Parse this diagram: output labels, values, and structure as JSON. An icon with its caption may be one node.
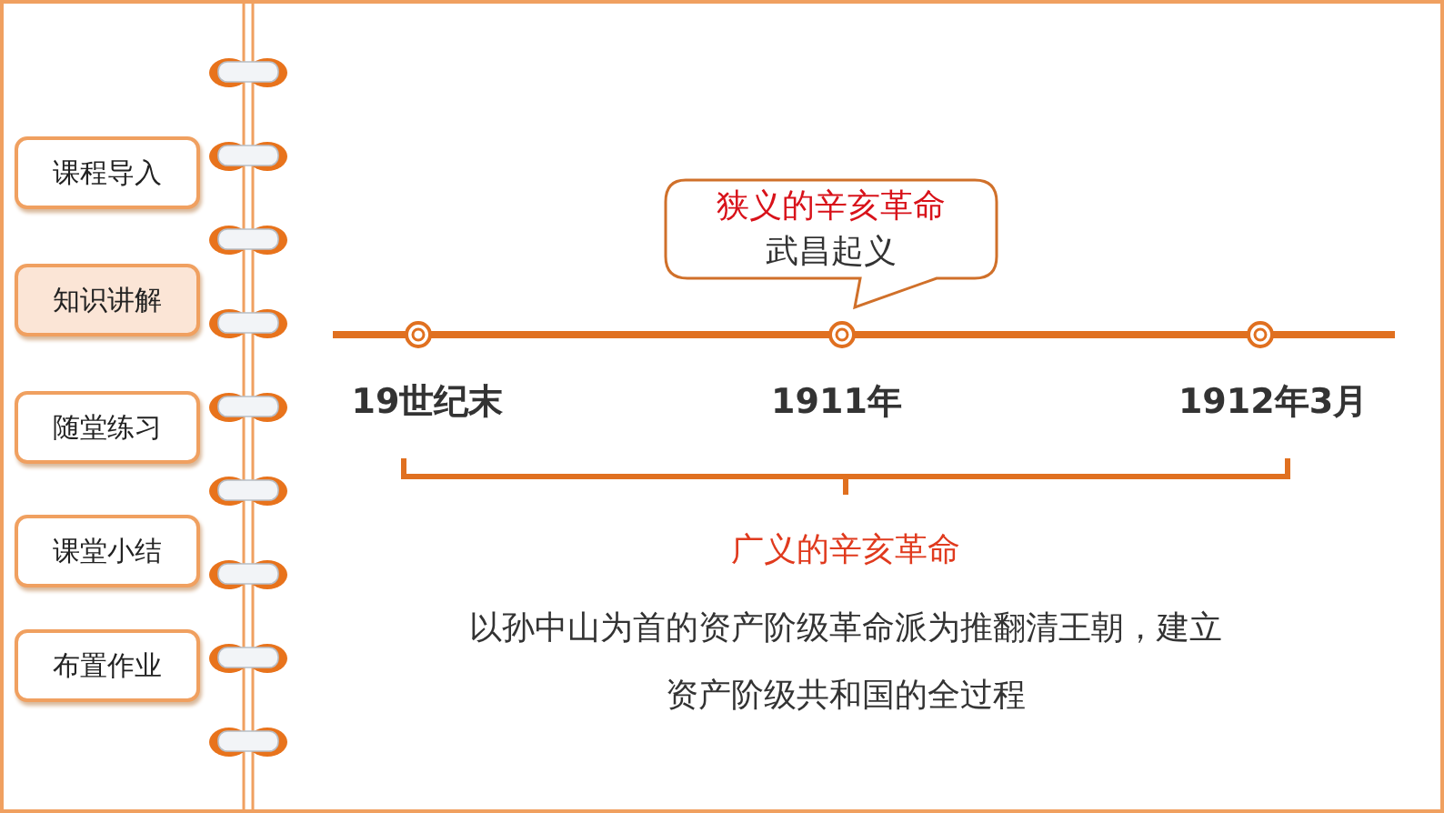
{
  "diagram": {
    "nodes": [
      {
        "text": [
          "课程导入"
        ]
      },
      {
        "text": [
          "知识讲解"
        ]
      },
      {
        "text": [
          "随堂练习"
        ]
      },
      {
        "text": [
          "课堂小结"
        ]
      },
      {
        "text": [
          "布置作业"
        ]
      },
      {
        "text": [
          "狭义的辛亥革命",
          "武昌起义"
        ]
      },
      {
        "text": [],
        "shape": "circle",
        "beside": [
          "19世纪末"
        ]
      },
      {
        "text": [],
        "shape": "circle",
        "beside": [
          "1911年"
        ]
      },
      {
        "text": [],
        "shape": "circle",
        "beside": [
          "1912年3月"
        ]
      }
    ],
    "edges": [],
    "labels": [
      "广义的辛亥革命",
      "以孙中山为首的资产阶级革命派为推翻清王朝，建立资产阶级共和国的全过程"
    ]
  }
}
